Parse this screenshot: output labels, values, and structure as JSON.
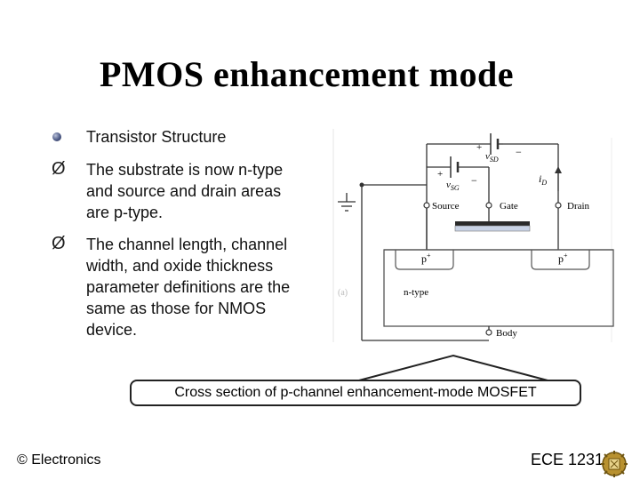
{
  "slide": {
    "title": "PMOS enhancement mode",
    "bullets": [
      {
        "marker": "dot",
        "text": "Transistor Structure"
      },
      {
        "marker": "Ø",
        "text": "The substrate is now n-type\nand source and drain areas\nare p-type."
      },
      {
        "marker": "Ø",
        "text": "The channel length, channel\nwidth, and oxide thickness\nparameter definitions are the\nsame as those for NMOS\ndevice."
      }
    ],
    "caption": "Cross section of p-channel enhancement-mode MOSFET",
    "footer_left": "© Electronics",
    "footer_right": "ECE 1231"
  },
  "figure": {
    "labels": {
      "vsd": "v",
      "vsd_sub": "SD",
      "vsg": "v",
      "vsg_sub": "SG",
      "id": "i",
      "id_sub": "D",
      "plus": "+",
      "minus": "−",
      "source": "Source",
      "gate": "Gate",
      "drain": "Drain",
      "p_source": "p",
      "p_drain": "p",
      "p_sup": "+",
      "ntype": "n-type",
      "body": "Body",
      "panel_tag": "(a)"
    },
    "colors": {
      "oxide": "#c9d3e6",
      "gate": "#2a2a2a",
      "wire": "#333333"
    }
  }
}
